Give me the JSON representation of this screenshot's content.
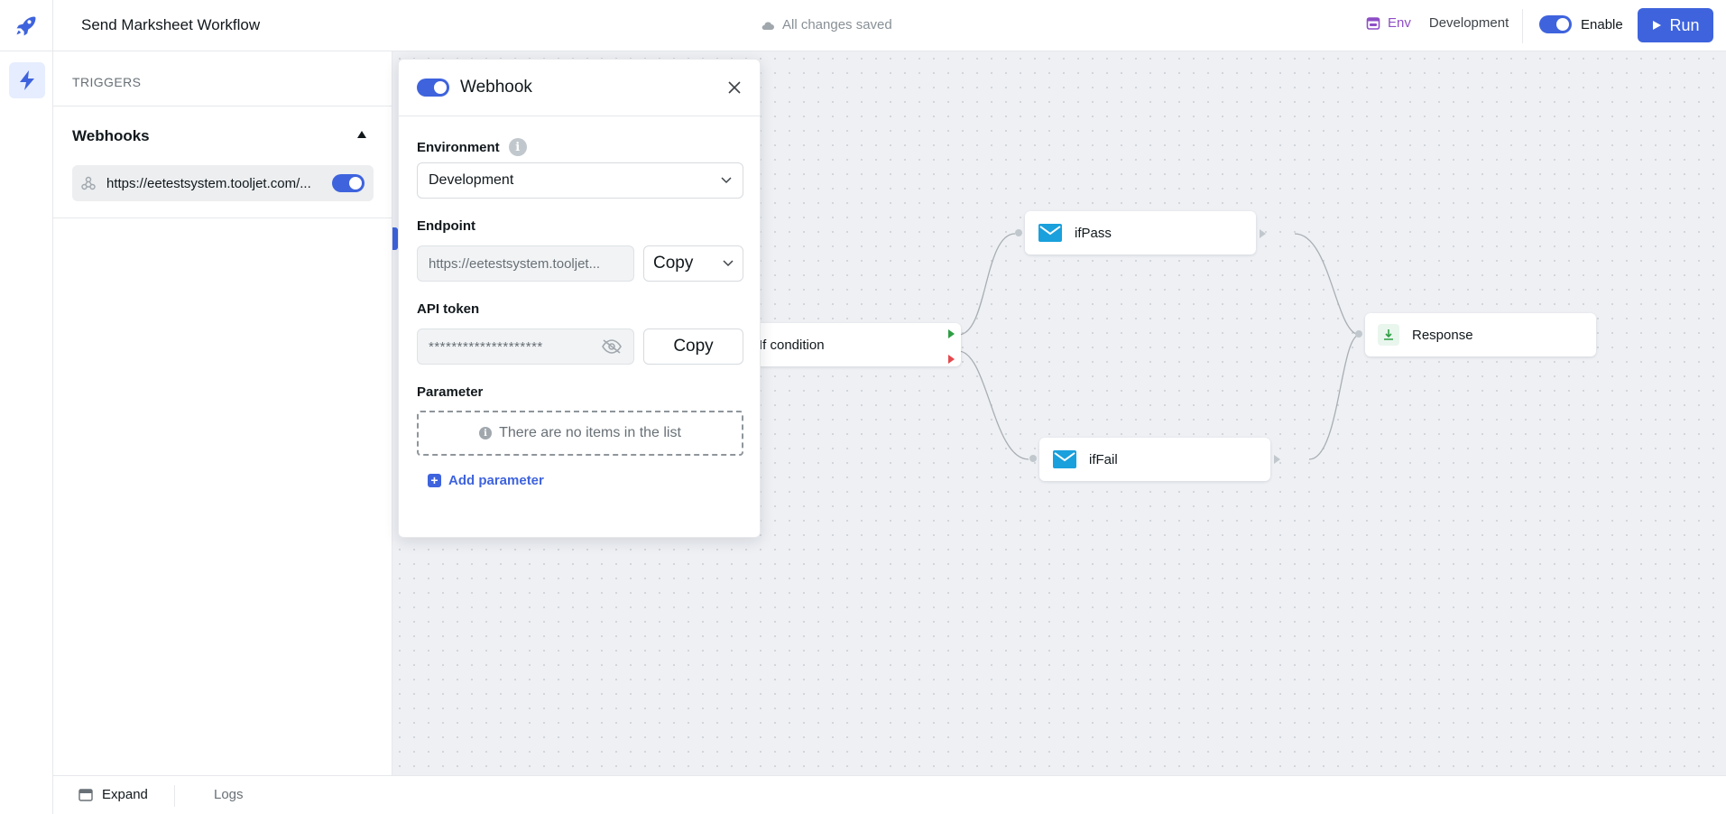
{
  "app": {
    "title": "Send Marksheet Workflow",
    "save_status": "All changes saved"
  },
  "header": {
    "env_label": "Env",
    "env_value": "Development",
    "enable_label": "Enable",
    "run_label": "Run"
  },
  "triggers": {
    "heading": "TRIGGERS",
    "webhooks_title": "Webhooks",
    "webhook_url": "https://eetestsystem.tooljet.com/..."
  },
  "webhook_panel": {
    "title": "Webhook",
    "environment_label": "Environment",
    "environment_value": "Development",
    "endpoint_label": "Endpoint",
    "endpoint_value": "https://eetestsystem.tooljet...",
    "endpoint_copy": "Copy",
    "api_token_label": "API token",
    "api_token_value": "********************",
    "api_token_copy": "Copy",
    "parameter_label": "Parameter",
    "empty_message": "There are no items in the list",
    "add_parameter": "Add parameter"
  },
  "nodes": {
    "if_condition": "If condition",
    "if_pass": "ifPass",
    "if_fail": "ifFail",
    "response": "Response"
  },
  "bottom": {
    "expand": "Expand",
    "logs": "Logs"
  },
  "colors": {
    "accent": "#3e63dd",
    "env": "#8e4ec6",
    "mail": "#1aa0dc",
    "true_handle": "#2f9e44",
    "false_handle": "#e5484d"
  }
}
